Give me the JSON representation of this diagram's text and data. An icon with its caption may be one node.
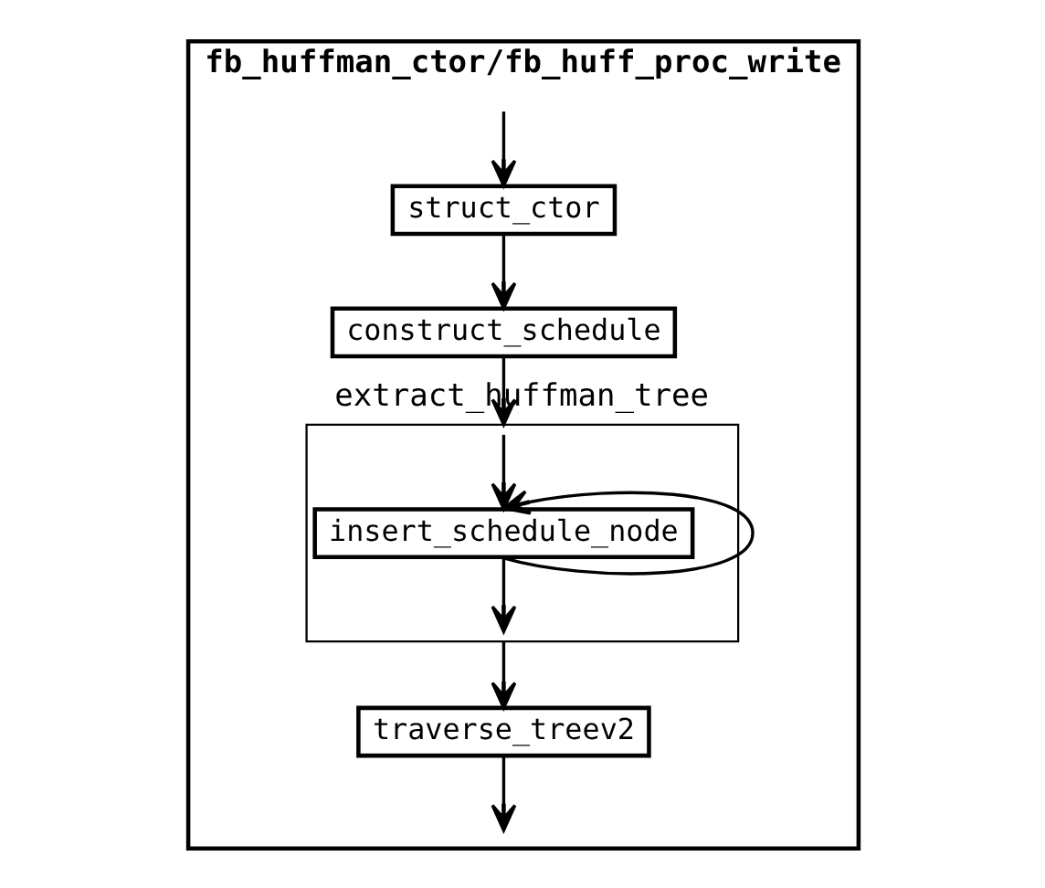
{
  "diagram": {
    "nodes": [
      {
        "text": [
          "fb_huffman_ctor/fb_huff_proc_write"
        ]
      },
      {
        "text": [
          "struct_ctor"
        ],
        "in": 0
      },
      {
        "text": [
          "construct_schedule"
        ],
        "in": 0
      },
      {
        "text": [
          "extract_huffman_tree"
        ],
        "in": 0
      },
      {
        "text": [
          "insert_schedule_node"
        ],
        "in": 3
      },
      {
        "text": [
          "traverse_treev2"
        ],
        "in": 0
      }
    ],
    "edges": [
      {
        "from": null,
        "to": 1,
        "arrow": "to"
      },
      {
        "from": 1,
        "to": 2,
        "arrow": "to"
      },
      {
        "from": 2,
        "to": 3,
        "arrow": "to"
      },
      {
        "from": 4,
        "to": 3,
        "arrow": "to"
      },
      {
        "from": 4,
        "to": 4,
        "arrow": "to"
      },
      {
        "from": 3,
        "to": 4,
        "arrow": "to"
      },
      {
        "from": 3,
        "to": 5,
        "arrow": "to"
      },
      {
        "from": 5,
        "to": null,
        "arrow": "to"
      }
    ]
  }
}
